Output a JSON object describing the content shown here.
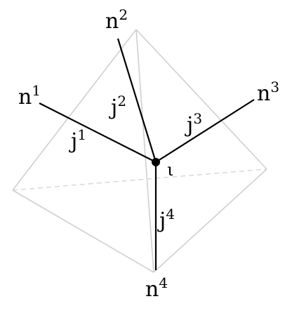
{
  "diagram": {
    "vertices": [
      {
        "base": "n",
        "sup": "1"
      },
      {
        "base": "n",
        "sup": "2"
      },
      {
        "base": "n",
        "sup": "3"
      },
      {
        "base": "n",
        "sup": "4"
      }
    ],
    "edges": [
      {
        "base": "j",
        "sup": "1"
      },
      {
        "base": "j",
        "sup": "2"
      },
      {
        "base": "j",
        "sup": "3"
      },
      {
        "base": "j",
        "sup": "4"
      }
    ],
    "node_label": "ι",
    "colors": {
      "tetrahedron": "#cfcfcf",
      "hidden_edge": "#d6d6d6",
      "link": "#000000",
      "node": "#000000"
    }
  }
}
